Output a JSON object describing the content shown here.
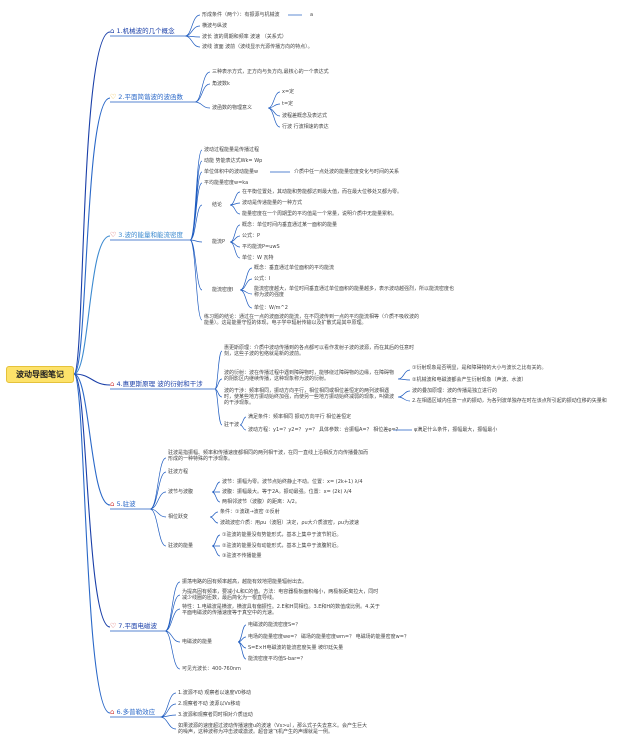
{
  "root": "波动导图笔记",
  "branches": [
    {
      "label": "1.机械波的几个概念",
      "icon": "⌂",
      "color": "#1a3fa8",
      "items": [
        "形成条件（两个）：有振源与机械波",
        "横波与纵波",
        "波长 波的周期和频率 波速 （关系式）",
        "波线 波面 波前（波线显示光源传播方向的特点）。"
      ],
      "extra": "a"
    },
    {
      "label": "2.平面简谐波的波函数",
      "icon": "♡",
      "color": "#2a68c8",
      "items": [
        "三种表示方式，正方向与负方向,最核心的一个表达式",
        "角波数k",
        "波函数的物理意义"
      ],
      "sub": [
        "x=定",
        "t=定",
        "波程差概念及表达式",
        "行波 行波相速的表达"
      ]
    },
    {
      "label": "3.波的能量和能流密度",
      "icon": "♡",
      "color": "#3c8ad0",
      "items": [
        "波动过程能量是传播过程",
        "动能 势能表达式Wk= Wp",
        "单位体积中的波动能量w",
        "平均能量密度w=ka",
        "结论",
        "能流P",
        "能流密度I",
        "练习题的结论：通过在一点的波面波的能流，在不同波传到一点的平均能流相等（介质不吸收波的能量）。这是能量守恒的体现，电子学中辐射传输以及扩散式是其中原理。"
      ],
      "note": "介质中任一点处波的能量密度变化与时间的关系",
      "jielun": [
        "在平衡位置处，其动能和势能都达到最大值，而在最大位移处又都为零。",
        "波动是传递能量的一种方式",
        "能量密度在一个周期里的平均值是一个常量，说明介质中无能量累积。"
      ],
      "nengliu": [
        "概念：单位时间内垂直通过某一面积的能量",
        "公式：P",
        "平均能流P=uwS",
        "单位：W 瓦特"
      ],
      "nengliumidu": [
        "概念：垂直通过单位面积的平均能流",
        "公式：I",
        "能流密度越大，单位时间垂直通过单位面积的能量越多，表示波动越强烈，所以能流密度也称为波的强度",
        "单位：W/m^2"
      ]
    },
    {
      "label": "4.惠更斯原理 波的衍射和干涉",
      "icon": "⌂",
      "color": "#1a3fa8",
      "items": [
        "惠更斯原理：介质中波动传播到的各点都可以看作发射子波的波源，而在其后的任意时刻，这些子波的包络就是新的波前。",
        "波的衍射：波在传播过程中遇到障碍物时，能够绕过障碍物的边缘，在障碍物的阴影区内继续传播，这种现象称为波的衍射。",
        "波的干涉：频率相同，振动方向平行，相位相同或相位差恒定的两列波相遇时，使某些地方振动始终加强，而使另一些地方振动始终减弱的现象，叫做波的干涉现象。",
        "驻干波"
      ],
      "yanshe": [
        "①衍射现象是否明显，是和障碍物的大小与波长之比有关的。",
        "②机械波和电磁波都会产生衍射现象（声波、水波）"
      ],
      "ganshe": [
        "波的叠加原理：波的传播是独立进行的",
        "2.在相遇区域内任意一点的振动，为各列波单独存在时在该点所引起的振动位移的矢量和"
      ],
      "zhugan": [
        "满足条件：频率相同 振动方向平行 相位差恒定",
        "波动方程：y1=？y2=？ y=？ 具体参数：合振幅A=？ 相位差φ=？"
      ],
      "zhugan_note": "φ满足什么条件，振幅最大，振幅最小"
    },
    {
      "label": "5.驻波",
      "icon": "⌂",
      "color": "#2a68c8",
      "items": [
        "驻波是指振幅、频率和传播速度都相同的两列相干波，在同一直线上沿相反方向传播叠加而形成的一种特殊的干涉现象。",
        "驻波方程",
        "波节与波腹",
        "相位跃变",
        "驻波的能量"
      ],
      "jiefu": [
        "波节：振幅为零。波节点始终静止不动。位置：x= (2k+1) λ/4",
        "波腹：振幅最大。等于2A。振动最强。位置：x= (2k) λ/4",
        "两相邻波节（波腹）的距离：λ/2。"
      ],
      "yuebian": [
        "条件：①波疏→波密 ②反射",
        "波疏波密介质：用ρu（波阻）决定，ρu大介质波密，ρu为波速"
      ],
      "nengliang": [
        "①驻波的能量没有势能形式，基本上集中于波节附近。",
        "②驻波的能量没有动能形式，基本上集中于波腹附近。",
        "③驻波不传播能量"
      ]
    },
    {
      "label": "7.平面电磁波",
      "icon": "♡",
      "color": "#1a3fa8",
      "items": [
        "振荡电路的固有频率越高，越能有效地把能量辐射出去。",
        "为提高固有频率，要减小L和C的值。方法：电容器极板面积缩小，两极板距离拉大，同时减少线圈的匝数，最后简化为一根直导线。",
        "特性：1.电磁波是横波，横波具有偏振性。2.E和H同相位。3.E和H的数值成比例。4.关于平面电磁波的传播速度等于真空中的光速。",
        "电磁波的能量",
        "可见光波长：400-760nm"
      ],
      "energy": [
        "电磁波的能流密度S=？",
        "电场的能量密度we=？ 磁场的能量密度wm=？ 电磁场的能量密度w=？",
        "S=E×H电磁波的能流密度矢量 坡印廷矢量",
        "能流密度平均值S-bar=？"
      ]
    },
    {
      "label": "6.多普勒效应",
      "icon": "⌂",
      "color": "#2a68c8",
      "items": [
        "1.波源不动 观察者以速度V0移动",
        "2.观察者不动 波源以Vs移动",
        "3.波源和观察者同时相对介质运动",
        "如果波源的速度超过波动传播速度u的波速（Vs>u），那么式子失去意义。会产生巨大的噪声，这种波称为冲击波或激波。超音速飞机产生的声爆就是一例。"
      ]
    }
  ]
}
